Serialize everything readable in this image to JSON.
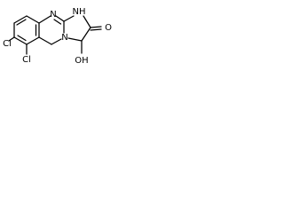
{
  "structure": {
    "atoms": {
      "n_top": "N",
      "nh": "NH",
      "oxygen": "O",
      "n_ring": "N",
      "cl_left": "Cl",
      "cl_bottom": "Cl",
      "oh": "OH"
    }
  }
}
